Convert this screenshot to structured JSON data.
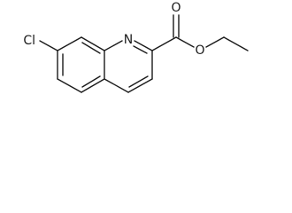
{
  "molecule": {
    "atoms": {
      "chlorine": "Cl",
      "nitrogen": "N",
      "carbonyl_oxygen": "O",
      "ester_oxygen": "O"
    },
    "colors": {
      "ink": "#1a1a1a",
      "background": "#ffffff"
    }
  }
}
